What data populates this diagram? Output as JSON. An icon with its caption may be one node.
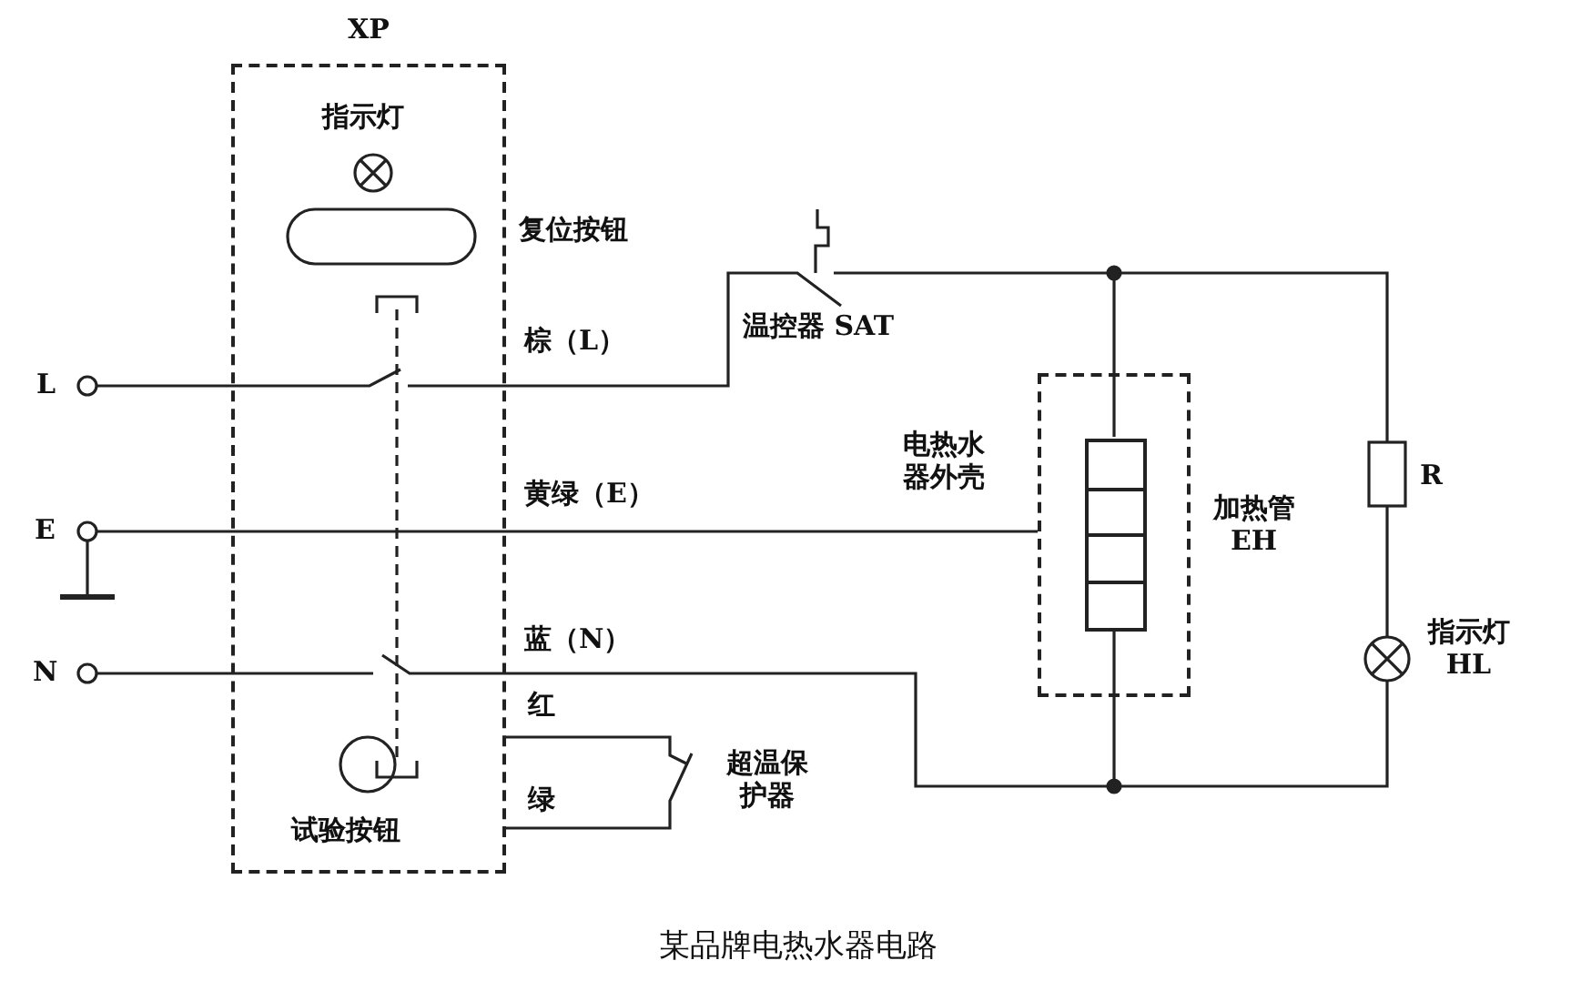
{
  "diagram": {
    "caption": "某品牌电热水器电路",
    "nodes": [
      {
        "text": [
          "XP"
        ]
      },
      {
        "text": [
          "E"
        ]
      },
      {
        "text": [
          "电热水器外壳"
        ]
      },
      {
        "text": [],
        "shape": "box",
        "in": 2
      }
    ],
    "edges": [
      {
        "from": 1,
        "to": 0,
        "arrow": "other"
      },
      {
        "from": 0,
        "to": 2,
        "arrow": "none"
      }
    ],
    "labels": [
      "指示灯",
      "复位按钮",
      "温控器 SAT",
      "棕（L）",
      "L",
      "R",
      "黄绿（E）",
      "加热管 EH",
      "蓝（N）",
      "N",
      "指示灯 HL",
      "红",
      "超温保护器",
      "绿",
      "试验按钮"
    ]
  }
}
